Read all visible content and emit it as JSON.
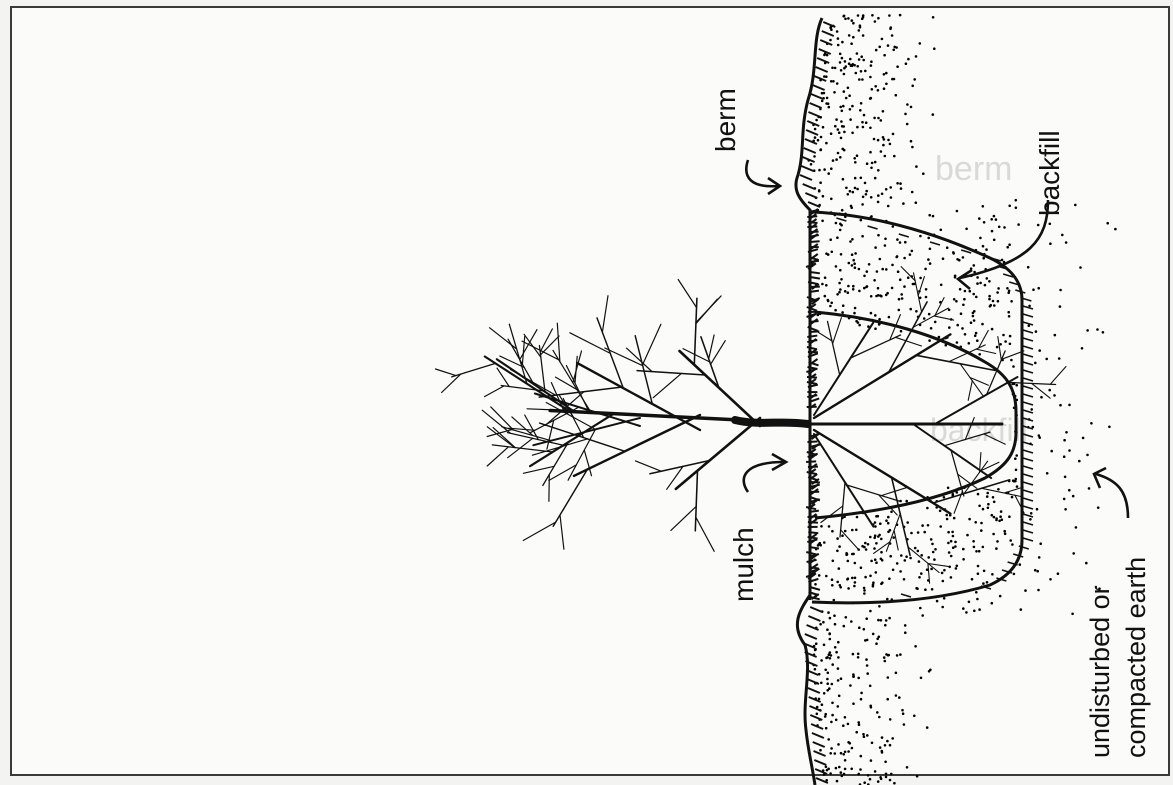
{
  "labels": {
    "berm": "berm",
    "backfill": "backfill",
    "mulch": "mulch",
    "undisturbed_line1": "undisturbed or",
    "undisturbed_line2": "compacted earth"
  },
  "colors": {
    "ink": "#111111",
    "paper": "#fbfbfa",
    "frame": "#3a3a3a"
  }
}
